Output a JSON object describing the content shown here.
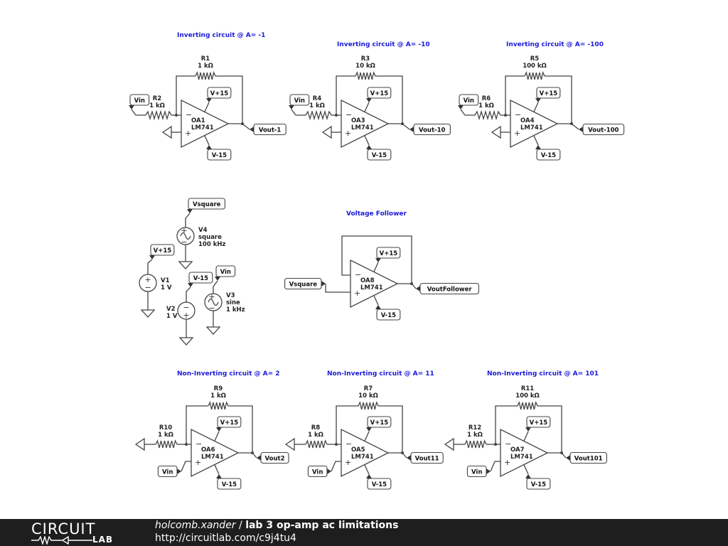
{
  "circuits": {
    "inv1": {
      "title": "Inverting circuit @ A= -1",
      "rf_name": "R1",
      "rf_value": "1 kΩ",
      "rin_name": "R2",
      "rin_value": "1 kΩ",
      "opamp_name": "OA1",
      "opamp_model": "LM741",
      "input": "Vin",
      "vpos": "V+15",
      "vneg": "V-15",
      "output": "Vout-1"
    },
    "inv10": {
      "title": "Inverting circuit @ A= -10",
      "rf_name": "R3",
      "rf_value": "10 kΩ",
      "rin_name": "R4",
      "rin_value": "1 kΩ",
      "opamp_name": "OA3",
      "opamp_model": "LM741",
      "input": "Vin",
      "vpos": "V+15",
      "vneg": "V-15",
      "output": "Vout-10"
    },
    "inv100": {
      "title": "Inverting circuit @ A= -100",
      "rf_name": "R5",
      "rf_value": "100 kΩ",
      "rin_name": "R6",
      "rin_value": "1 kΩ",
      "opamp_name": "OA4",
      "opamp_model": "LM741",
      "input": "Vin",
      "vpos": "V+15",
      "vneg": "V-15",
      "output": "Vout-100"
    },
    "follower": {
      "title": "Voltage Follower",
      "opamp_name": "OA8",
      "opamp_model": "LM741",
      "input": "Vsquare",
      "vpos": "V+15",
      "vneg": "V-15",
      "output": "VoutFollower"
    },
    "non2": {
      "title": "Non-Inverting circuit @ A= 2",
      "rf_name": "R9",
      "rf_value": "1 kΩ",
      "rg_name": "R10",
      "rg_value": "1 kΩ",
      "opamp_name": "OA6",
      "opamp_model": "LM741",
      "input": "Vin",
      "vpos": "V+15",
      "vneg": "V-15",
      "output": "Vout2"
    },
    "non11": {
      "title": "Non-Inverting circuit @ A= 11",
      "rf_name": "R7",
      "rf_value": "10 kΩ",
      "rg_name": "R8",
      "rg_value": "1 kΩ",
      "opamp_name": "OA5",
      "opamp_model": "LM741",
      "input": "Vin",
      "vpos": "V+15",
      "vneg": "V-15",
      "output": "Vout11"
    },
    "non101": {
      "title": "Non-Inverting circuit @ A= 101",
      "rf_name": "R11",
      "rf_value": "100 kΩ",
      "rg_name": "R12",
      "rg_value": "1 kΩ",
      "opamp_name": "OA7",
      "opamp_model": "LM741",
      "input": "Vin",
      "vpos": "V+15",
      "vneg": "V-15",
      "output": "Vout101"
    }
  },
  "sources": {
    "v1": {
      "name": "V1",
      "value": "1 V",
      "net": "V+15"
    },
    "v2": {
      "name": "V2",
      "value": "1 V",
      "net": "V-15"
    },
    "v3": {
      "name": "V3",
      "type": "sine",
      "freq": "1 kHz",
      "net": "Vin"
    },
    "v4": {
      "name": "V4",
      "type": "square",
      "freq": "100 kHz",
      "net": "Vsquare"
    }
  },
  "footer": {
    "logo_top": "CIRCUIT",
    "logo_bottom": "LAB",
    "author": "holcomb.xander",
    "separator": " / ",
    "title": "lab 3 op-amp ac limitations",
    "url": "http://circuitlab.com/c9j4tu4"
  },
  "colors": {
    "title_text": "#1a1ad8",
    "wire": "#444444",
    "footer_bg": "#1e1e1e"
  }
}
